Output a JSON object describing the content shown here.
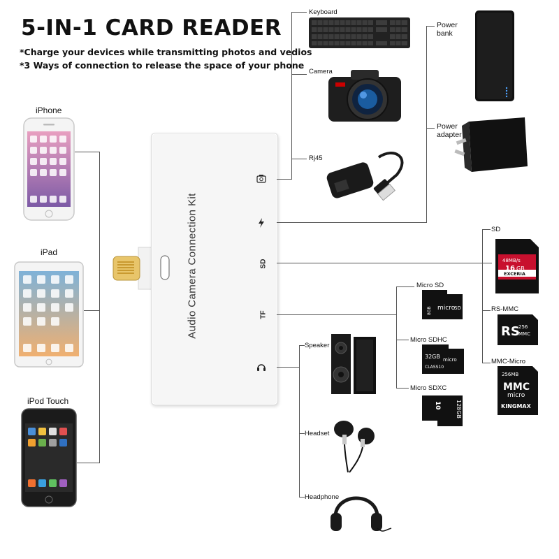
{
  "title": "5-IN-1 CARD READER",
  "subtitles": [
    "*Charge your devices while transmitting photos and vedios",
    "*3 Ways of connection to release the space of your phone"
  ],
  "hub": {
    "text": "Audio Camera Connection Kit",
    "ports": {
      "sd": "SD",
      "tf": "TF"
    }
  },
  "devices": {
    "iphone": "iPhone",
    "ipad": "iPad",
    "ipod": "iPod Touch"
  },
  "camera_port": {
    "keyboard": "Keyboard",
    "camera": "Camera",
    "rj45": "Rj45"
  },
  "power_port": {
    "power_bank": "Power\nbank",
    "power_adapter": "Power\nadapter"
  },
  "sd_port": {
    "sd": "SD",
    "rs_mmc": "RS-MMC",
    "mmc_micro": "MMC-Micro"
  },
  "tf_port": {
    "micro_sd": "Micro SD",
    "micro_sdhc": "Micro SDHC",
    "micro_sdxc": "Micro SDXC"
  },
  "audio_port": {
    "speaker": "Speaker",
    "headset": "Headset",
    "headphone": "Headphone"
  },
  "cards": {
    "sd_card": {
      "capacity": "16",
      "unit": "GB",
      "small_capacity": "48MB/s",
      "brand": "EXCERIA"
    },
    "rs_mmc_card": {
      "big": "RS",
      "small_top": "256",
      "small_bottom": "MMC"
    },
    "mmc_micro_card": {
      "capacity": "256MB",
      "line1": "MMC",
      "line2": "micro",
      "brand": "KINGMAX"
    },
    "micro_sd_card": {
      "logo": "micro",
      "logo2": "SD",
      "cap": "8GB"
    },
    "micro_sdhc_card": {
      "cap": "32GB",
      "logo": "micro",
      "cls": "CLASS10"
    },
    "micro_sdxc_card": {
      "cap": "128GB",
      "cls": "10"
    }
  }
}
